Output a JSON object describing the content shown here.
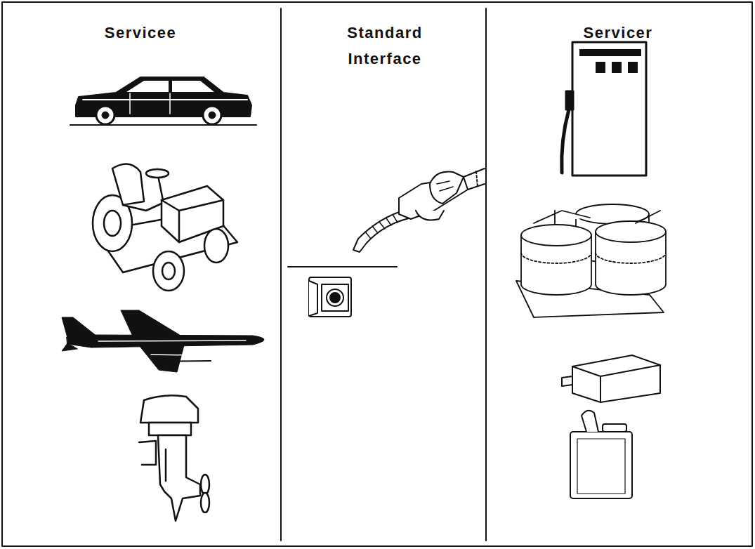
{
  "diagram": {
    "labels": [
      "Servicee",
      "Standard Interface",
      "Servicer"
    ]
  }
}
